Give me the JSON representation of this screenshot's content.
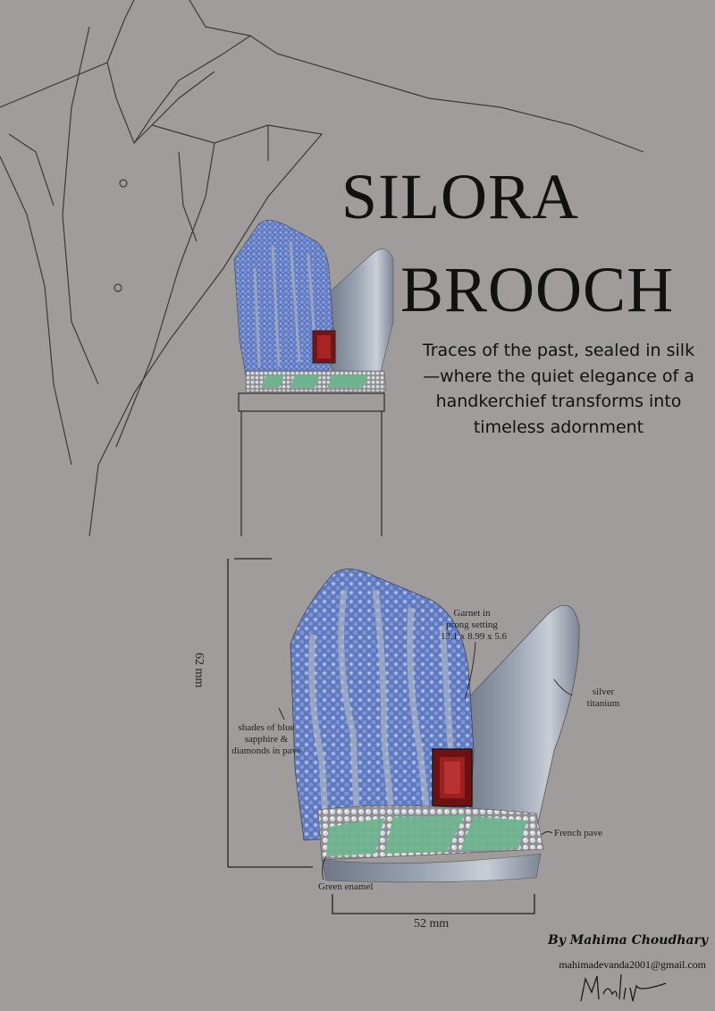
{
  "title": {
    "line1": "SILORA",
    "line2": "BROOCH"
  },
  "tagline": "Traces of the past, sealed in silk—where the quiet elegance of a handkerchief transforms into timeless adornment",
  "annotations": {
    "garnet": [
      "Garnet in",
      "prong setting",
      "13.1 x 8.99 x 5.6"
    ],
    "silver": [
      "silver",
      "titanium"
    ],
    "sapphire": [
      "shades of blue",
      "sapphire &",
      "diamonds in pave"
    ],
    "french_pave": "French pave",
    "green_enamel": "Green enamel"
  },
  "dimensions": {
    "height": "62 mm",
    "width": "52 mm"
  },
  "author": "By Mahima Choudhary",
  "email": "mahimadevanda2001@gmail.com",
  "signature": "Mahim",
  "colors": {
    "background": "#a09c9b",
    "sapphire": "#6f8cc9",
    "sapphire_dark": "#4c64a6",
    "garnet": "#7a1414",
    "enamel": "#6fb48f",
    "metal": "#8e97a6"
  }
}
